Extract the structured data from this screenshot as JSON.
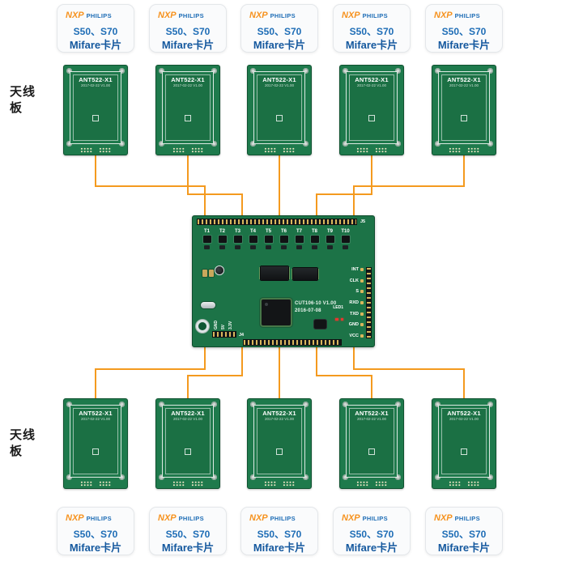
{
  "diagram": {
    "side_label_top": "天线板",
    "side_label_bottom": "天线板"
  },
  "card": {
    "logo_nxp": "NXP",
    "logo_philips": "PHILIPS",
    "line1": "S50、S70",
    "line2": "Mifare卡片"
  },
  "antenna_board": {
    "title": "ANT522-X1",
    "subtitle": "2017-02-22 V1.00"
  },
  "controller": {
    "top_connector": "J5",
    "bottom_connector": "J4",
    "channels": [
      "T1",
      "T2",
      "T3",
      "T4",
      "T5",
      "T6",
      "T7",
      "T8",
      "T9",
      "T10"
    ],
    "version_line1": "CUT106-10 V1.00",
    "version_line2": "2016-07-08",
    "right_pins": [
      "INT",
      "CLK",
      "S",
      "RXD",
      "TXD",
      "GND",
      "VCC"
    ],
    "led_label": "LED1",
    "left_pins": [
      "GND",
      "5V",
      "3.3V"
    ]
  },
  "colors": {
    "wire": "#F49A1F",
    "pcb_green": "#1E7A4C",
    "card_text_blue": "#1E6DB6"
  }
}
